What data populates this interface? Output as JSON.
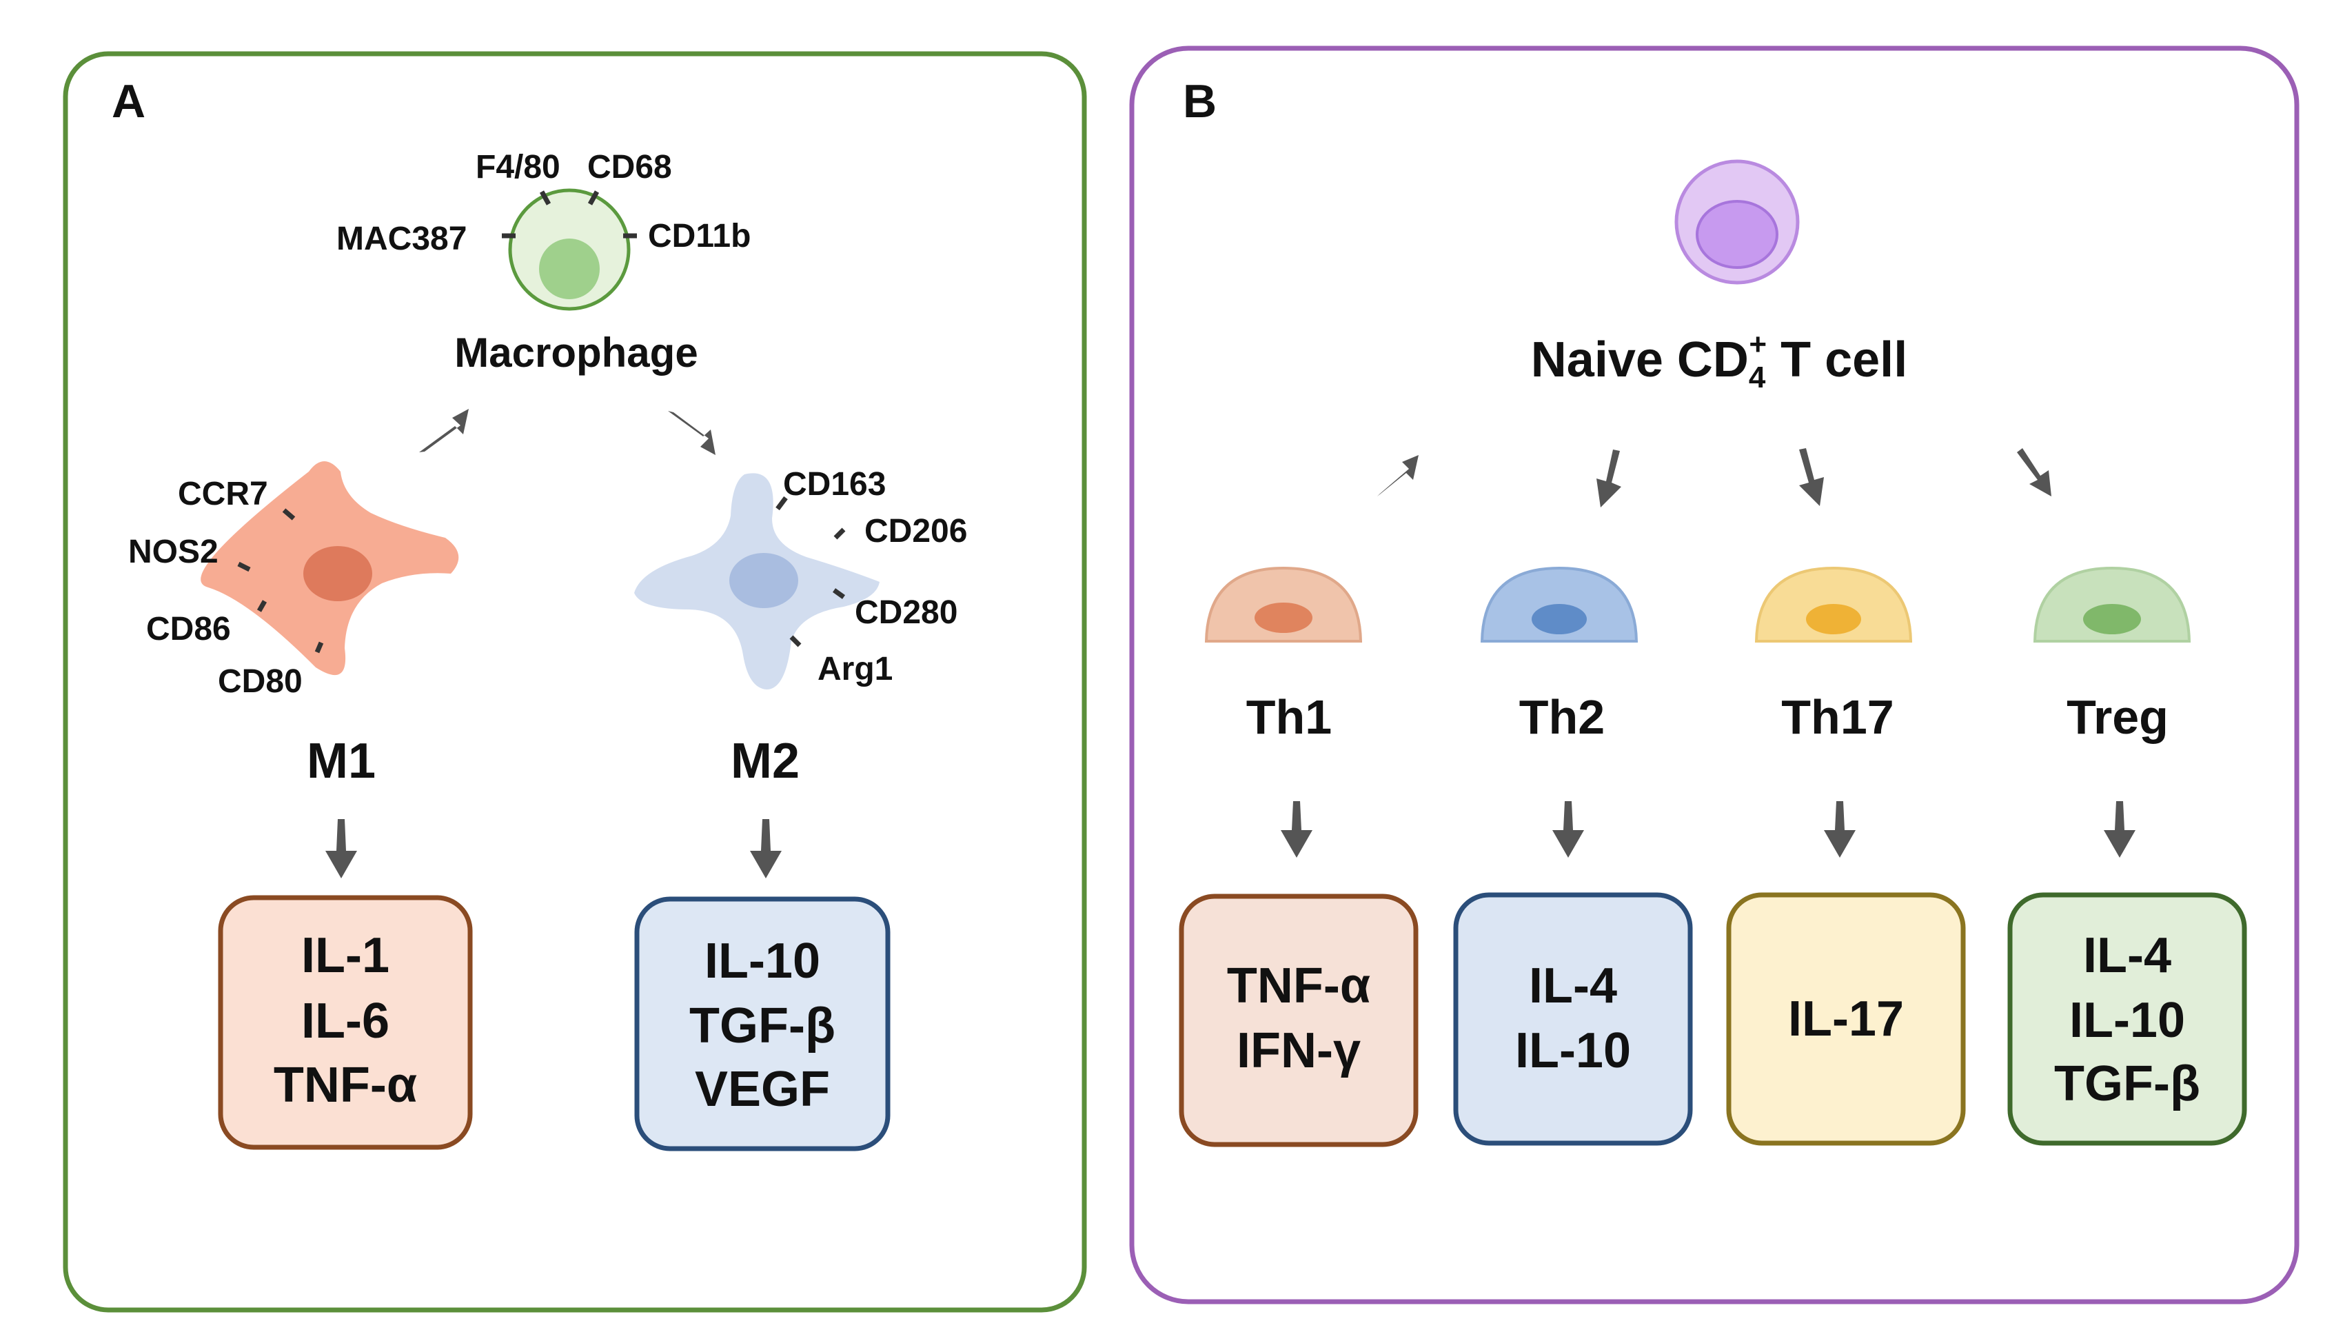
{
  "panel_a": {
    "letter": "A",
    "markers": [
      "F4/80",
      "CD68",
      "MAC387",
      "CD11b"
    ],
    "cell_name": "Macrophage",
    "m1": {
      "label": "M1",
      "markers": [
        "CCR7",
        "NOS2",
        "CD86",
        "CD80"
      ],
      "cytokines": [
        "IL-1",
        "IL-6",
        "TNF-α"
      ]
    },
    "m2": {
      "label": "M2",
      "markers": [
        "CD163",
        "CD206",
        "CD280",
        "Arg1"
      ],
      "cytokines": [
        "IL-10",
        "TGF-β",
        "VEGF"
      ]
    }
  },
  "panel_b": {
    "letter": "B",
    "cell_name": {
      "prefix": "Naive CD",
      "sub": "4",
      "sup": "+",
      "suffix": " T cell"
    },
    "subsets": [
      {
        "label": "Th1",
        "cytokines": [
          "TNF-α",
          "IFN-γ"
        ]
      },
      {
        "label": "Th2",
        "cytokines": [
          "IL-4",
          "IL-10"
        ]
      },
      {
        "label": "Th17",
        "cytokines": [
          "IL-17"
        ]
      },
      {
        "label": "Treg",
        "cytokines": [
          "IL-4",
          "IL-10",
          "TGF-β"
        ]
      }
    ]
  },
  "colors": {
    "panel_a_border": "#5b8f3a",
    "panel_b_border": "#9b5fb5",
    "m1_fill": "#fbe0d3",
    "m1_border": "#8a4a22",
    "m2_fill": "#dde7f4",
    "m2_border": "#2b4e7a",
    "th1_fill": "#f6e1d7",
    "th1_border": "#8a4a22",
    "th2_fill": "#dbe5f3",
    "th2_border": "#2b4e7a",
    "th17_fill": "#fdf1cf",
    "th17_border": "#8a7420",
    "treg_fill": "#e1eed9",
    "treg_border": "#3f6a2c"
  }
}
